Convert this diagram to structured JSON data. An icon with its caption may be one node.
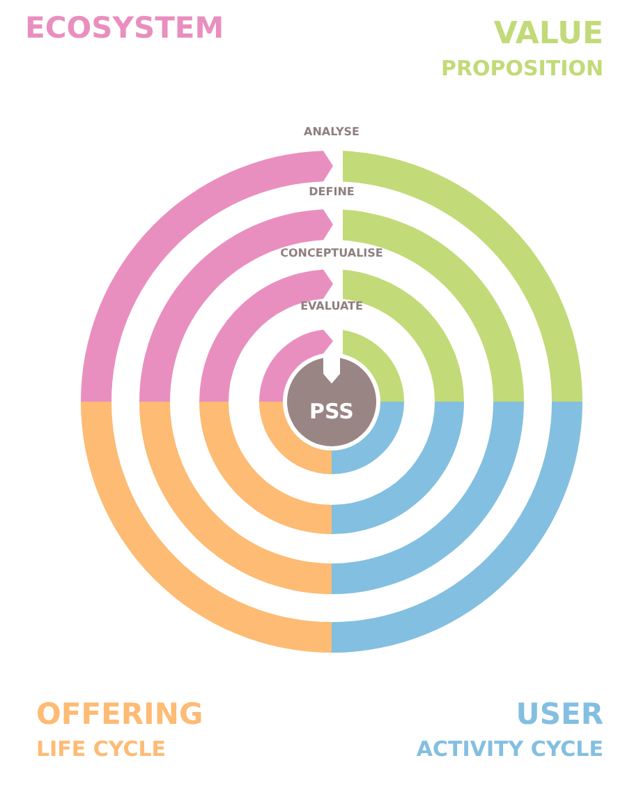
{
  "diagram": {
    "nodes": [
      {
        "text": [
          "PSS"
        ]
      }
    ],
    "labels": [
      "ECOSYSTEM",
      "VALUE",
      "PROPOSITION",
      "ANALYSE",
      "DEFINE",
      "CONCEPTUALISE",
      "EVALUATE",
      "OFFERING",
      "LIFE CYCLE",
      "USER",
      "ACTIVITY CYCLE"
    ]
  }
}
